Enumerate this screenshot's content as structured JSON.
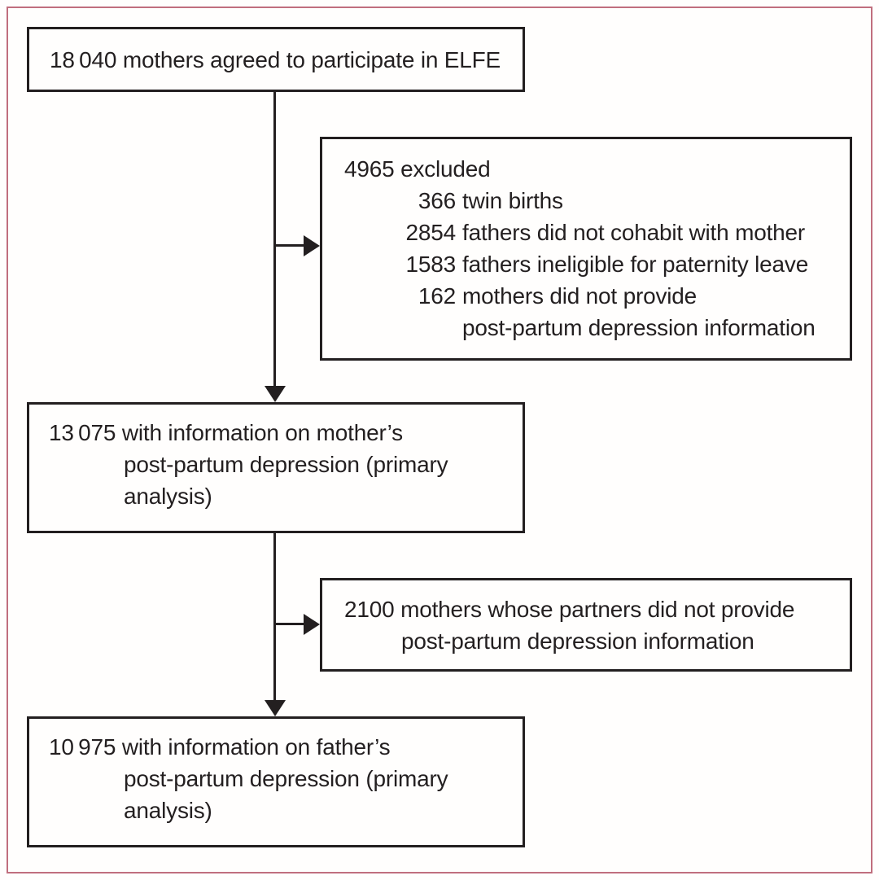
{
  "figure": {
    "type": "study-flow-diagram",
    "colors": {
      "frame_border": "#c06f7e",
      "ink": "#231f20",
      "background": "#fffefd"
    }
  },
  "boxes": {
    "enrolled": {
      "text": "18 040 mothers agreed to participate in ELFE"
    },
    "excluded": {
      "header": "4965 excluded",
      "items": [
        {
          "n": "366",
          "text": "twin births"
        },
        {
          "n": "2854",
          "text": "fathers did not cohabit with mother"
        },
        {
          "n": "1583",
          "text": "fathers ineligible for paternity leave"
        },
        {
          "n": "162",
          "text": "mothers did not provide"
        }
      ],
      "continuation": "post-partum depression information"
    },
    "mother_analysis": {
      "lines": [
        "13 075 with information on mother’s",
        "post-partum depression (primary",
        "analysis)"
      ]
    },
    "partners_missing": {
      "lines": [
        "2100 mothers whose partners did not provide",
        "post-partum depression information"
      ]
    },
    "father_analysis": {
      "lines": [
        "10 975 with information on father’s",
        "post-partum depression (primary",
        "analysis)"
      ]
    }
  }
}
